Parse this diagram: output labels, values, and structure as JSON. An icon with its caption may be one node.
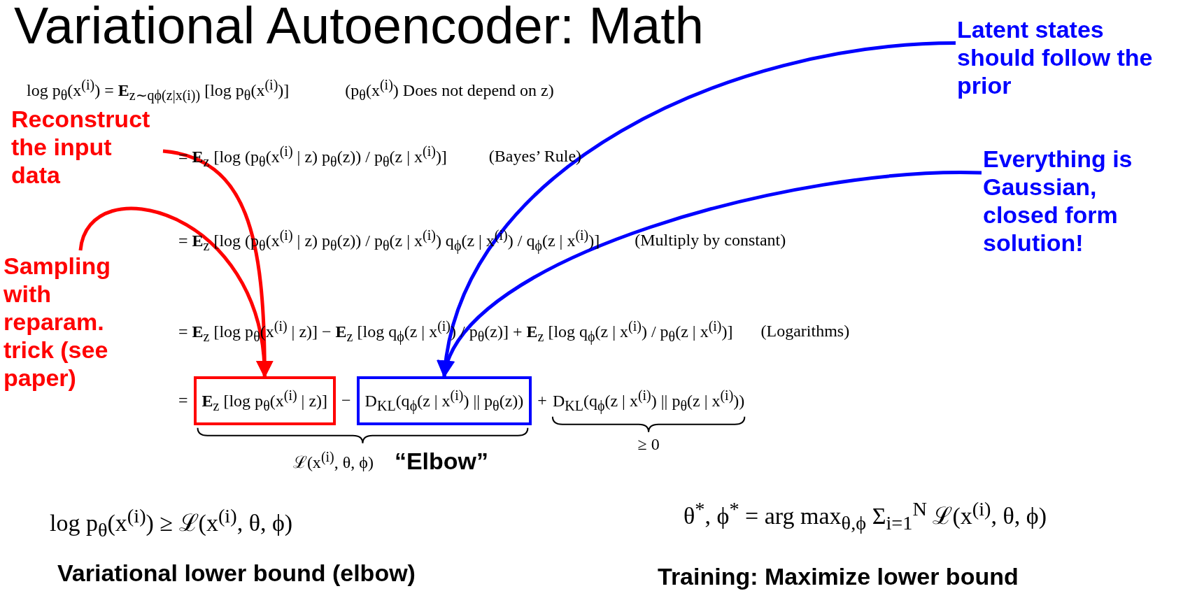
{
  "diagram": {
    "title": "Variational Autoencoder: Math",
    "nodes": [
      {
        "text": [
          "Reconstruct the input data"
        ]
      },
      {
        "text": [
          "Sampling with reparam. trick (see paper)"
        ]
      },
      {
        "text": [
          "Latent states should follow the prior"
        ]
      },
      {
        "text": [
          "Everything is Gaussian, closed form solution!"
        ]
      },
      {
        "text": [
          "**E**$_{z}$ [log p$_{θ}$(x$^{(i)}$ | z)]"
        ]
      },
      {
        "text": [
          "D$_{KL}$(q$_{ϕ}$(z | x$^{(i)}$) || p$_{θ}$(z))"
        ]
      }
    ],
    "edges": [
      {
        "from": 0,
        "to": 4,
        "arrow": "to",
        "color": "#ff0000"
      },
      {
        "from": 1,
        "to": 4,
        "arrow": "to",
        "color": "#ff0000"
      },
      {
        "from": 2,
        "to": 5,
        "arrow": "to",
        "color": "#0000ff"
      },
      {
        "from": 3,
        "to": 5,
        "arrow": "to",
        "color": "#0000ff"
      }
    ],
    "labels": [
      "log p$_{θ}$(x$^{(i)}$) = **E**$_{z∼qϕ(z|x(i))}$ [log p$_{θ}$(x$^{(i)}$)]",
      "(p$_{θ}$(x$^{(i)}$) Does not depend on z)",
      "= **E**$_{z}$ [log (p$_{θ}$(x$^{(i)}$ | z) p$_{θ}$(z)) / p$_{θ}$(z | x$^{(i)}$)]",
      "(Bayes’ Rule)",
      "= **E**$_{z}$ [log (p$_{θ}$(x$^{(i)}$ | z) p$_{θ}$(z)) / p$_{θ}$(z | x$^{(i)}$) q$_{ϕ}$(z | x$^{(i)}$) / q$_{ϕ}$(z | x$^{(i)}$)]",
      "(Multiply by constant)",
      "= **E**$_{z}$ [log p$_{θ}$(x$^{(i)}$ | z)] − **E**$_{z}$ [log q$_{ϕ}$(z | x$^{(i)}$) / p$_{θ}$(z)] + **E**$_{z}$ [log q$_{ϕ}$(z | x$^{(i)}$) / p$_{θ}$(z | x$^{(i)}$)]",
      "(Logarithms)",
      "=",
      "−",
      "+",
      "D$_{KL}$(q$_{ϕ}$(z | x$^{(i)}$) || p$_{θ}$(z | x$^{(i)}$))",
      "ℒ(x$^{(i)}$, θ, ϕ)",
      "“Elbow”",
      "≥ 0",
      "log p$_{θ}$(x$^{(i)}$) ≥ ℒ(x$^{(i)}$, θ, ϕ)",
      "θ$^{*}$, ϕ$^{*}$ = arg max$_{θ,ϕ}$ Σ$_{i=1}$$^{N}$ ℒ(x$^{(i)}$, θ, ϕ)",
      "Variational lower bound (elbow)",
      "Training: Maximize lower bound"
    ]
  }
}
